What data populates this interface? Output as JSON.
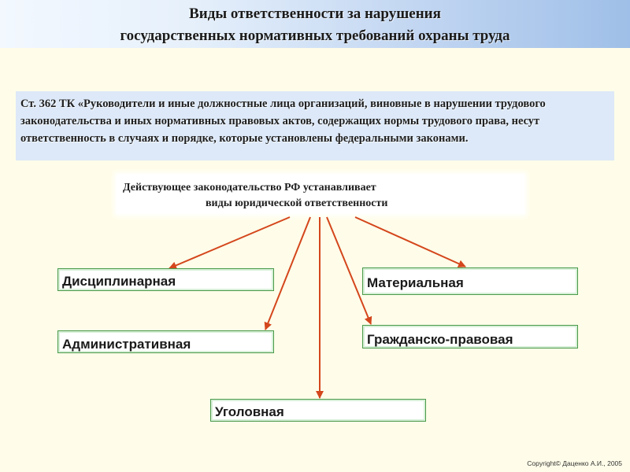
{
  "header": {
    "line1": "Виды ответственности за нарушения",
    "line2": "государственных нормативных требований охраны труда"
  },
  "quote": {
    "text": "Ст. 362 ТК «Руководители и иные должностные лица организаций, виновные в нарушении трудового законодательства и иных нормативных правовых актов, содержащих нормы трудового права, несут ответственность в случаях и порядке, которые установлены федеральными законами."
  },
  "center": {
    "line1": "Действующее законодательство РФ устанавливает",
    "line2": "виды юридической ответственности"
  },
  "types": {
    "disciplinary": "Дисциплинарная",
    "material": "Материальная",
    "administrative": "Административная",
    "civil": "Гражданско-правовая",
    "criminal": "Уголовная"
  },
  "colors": {
    "arrow": "#d4461c",
    "box_border": "#4a9a4a",
    "header_gradient_end": "#9fbfe8",
    "quote_bg": "#dde9f8",
    "background": "#fffde9"
  },
  "copyright": "Copyright© Даценко А.И., 2005"
}
